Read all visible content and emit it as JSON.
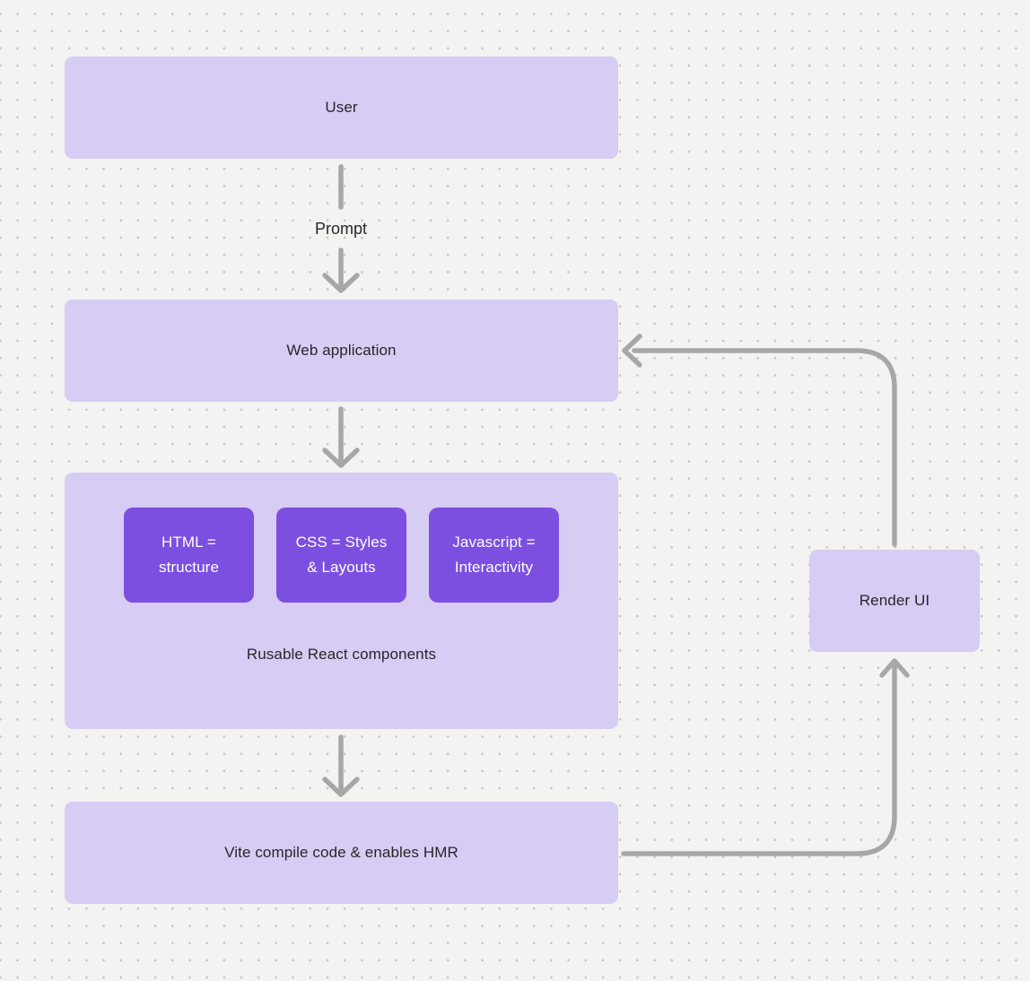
{
  "diagram": {
    "type": "flowchart",
    "colors": {
      "canvas_background": "#f4f3f2",
      "grid_dot": "#c7c5c3",
      "node_fill": "#d7ccf3",
      "node_text": "#28262b",
      "card_fill": "#7c4fe0",
      "card_text": "#ffffff",
      "arrow": "#a9a7a5"
    },
    "nodes": {
      "user": {
        "label": "User"
      },
      "web_application": {
        "label": "Web application"
      },
      "components_group": {
        "caption": "Rusable React components",
        "cards": [
          {
            "label": "HTML = structure"
          },
          {
            "label": "CSS = Styles & Layouts"
          },
          {
            "label": "Javascript = Interactivity"
          }
        ]
      },
      "vite": {
        "label": "Vite compile code & enables HMR"
      },
      "render_ui": {
        "label": "Render UI"
      }
    },
    "edges": {
      "prompt": {
        "label": "Prompt",
        "from": "user",
        "to": "web_application"
      },
      "web_app_to_components": {
        "from": "web_application",
        "to": "components_group"
      },
      "components_to_vite": {
        "from": "components_group",
        "to": "vite"
      },
      "vite_to_render_ui": {
        "from": "vite",
        "to": "render_ui"
      },
      "render_ui_to_web_app": {
        "from": "render_ui",
        "to": "web_application"
      }
    }
  }
}
